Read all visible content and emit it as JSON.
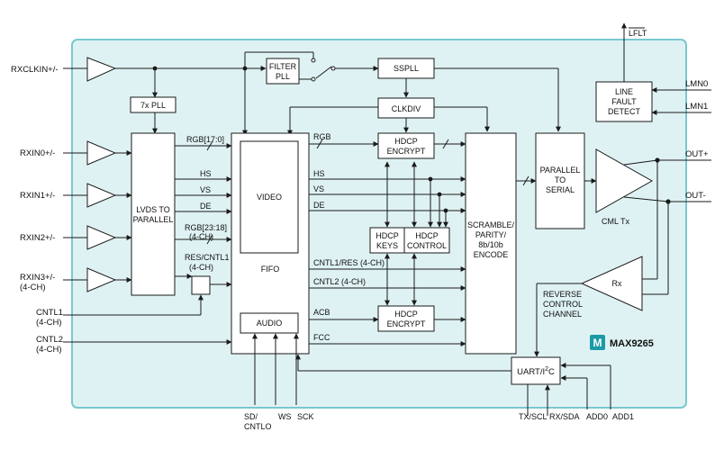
{
  "colors": {
    "panel_fill": "#dff2f3",
    "panel_border": "#79c8cf",
    "logo": "#1b9ba6"
  },
  "inputs": {
    "rxclkin": "RXCLKIN+/-",
    "rxin0": "RXIN0+/-",
    "rxin1": "RXIN1+/-",
    "rxin2": "RXIN2+/-",
    "rxin3_line1": "RXIN3+/-",
    "rxin3_line2": "(4-CH)",
    "cntl1_line1": "CNTL1",
    "cntl1_line2": "(4-CH)",
    "cntl2_line1": "CNTL2",
    "cntl2_line2": "(4-CH)"
  },
  "blocks": {
    "pll7x": "7x PLL",
    "lvds_line1": "LVDS TO",
    "lvds_line2": "PARALLEL",
    "filter_line1": "FILTER",
    "filter_line2": "PLL",
    "sspll": "SSPLL",
    "clkdiv": "CLKDIV",
    "hdcp_enc1_line1": "HDCP",
    "hdcp_enc1_line2": "ENCRYPT",
    "hdcp_enc2_line1": "HDCP",
    "hdcp_enc2_line2": "ENCRYPT",
    "hdcp_keys_line1": "HDCP",
    "hdcp_keys_line2": "KEYS",
    "hdcp_ctrl_line1": "HDCP",
    "hdcp_ctrl_line2": "CONTROL",
    "video": "VIDEO",
    "fifo": "FIFO",
    "audio": "AUDIO",
    "scramble_line1": "SCRAMBLE/",
    "scramble_line2": "PARITY/",
    "scramble_line3": "8b/10b",
    "scramble_line4": "ENCODE",
    "p2s_line1": "PARALLEL",
    "p2s_line2": "TO",
    "p2s_line3": "SERIAL",
    "cml": "CML Tx",
    "rx": "Rx",
    "lfd_line1": "LINE",
    "lfd_line2": "FAULT",
    "lfd_line3": "DETECT",
    "uart_main": "UART/I",
    "uart_sup": "2",
    "uart_end": "C",
    "rcc_line1": "REVERSE",
    "rcc_line2": "CONTROL",
    "rcc_line3": "CHANNEL"
  },
  "signals": {
    "rgb17": "RGB[17:0]",
    "hs": "HS",
    "vs": "VS",
    "de": "DE",
    "rgb23_line1": "RGB[23:18]",
    "rgb23_line2": "(4-CH)",
    "res_line1": "RES/CNTL1",
    "res_line2": "(4-CH)",
    "rgb": "RGB",
    "hs2": "HS",
    "vs2": "VS",
    "de2": "DE",
    "cntl1res": "CNTL1/RES (4-CH)",
    "cntl2": "CNTL2 (4-CH)",
    "acb": "ACB",
    "fcc": "FCC"
  },
  "outputs": {
    "lflt": "LFLT",
    "lmn0": "LMN0",
    "lmn1": "LMN1",
    "out_p": "OUT+",
    "out_n": "OUT-"
  },
  "bottom": {
    "sd_line1": "SD/",
    "sd_line2": "CNTLO",
    "ws": "WS",
    "sck": "SCK",
    "tx": "TX/SCL",
    "rxsda": "RX/SDA",
    "add0": "ADD0",
    "add1": "ADD1"
  },
  "brand": {
    "part": "MAX9265",
    "logo_text": "M"
  }
}
